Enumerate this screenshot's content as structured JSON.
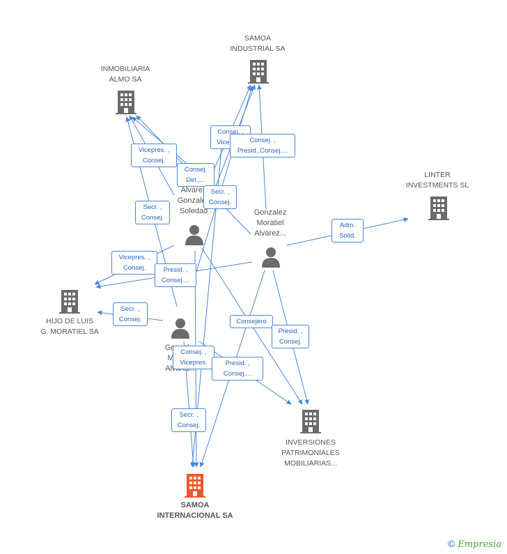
{
  "nodes": {
    "samoa_industrial": {
      "lines": [
        "SAMOA",
        "INDUSTRIAL SA"
      ]
    },
    "inmobiliaria_almo": {
      "lines": [
        "INMOBILIARIA",
        "ALMO SA"
      ]
    },
    "linter": {
      "lines": [
        "LINTER",
        "INVESTMENTS SL"
      ]
    },
    "hijo_de_luis": {
      "lines": [
        "HIJO DE LUIS",
        "G. MORATIEL SA"
      ]
    },
    "inversiones": {
      "lines": [
        "INVERSIONES",
        "PATRIMONIALES",
        "MOBILIARIAS..."
      ]
    },
    "samoa_internacional": {
      "lines": [
        "SAMOA",
        "INTERNACIONAL SA"
      ]
    },
    "person_soledad": {
      "lines": [
        "Alvarez",
        "Gonzalez",
        "Soledad"
      ]
    },
    "person_gonzalez": {
      "lines": [
        "Gonzalez",
        "Moratiel",
        "Alvarez..."
      ]
    },
    "person_gom": {
      "lines": [
        "Gonzalez",
        "Moratiel",
        "Alvarez..."
      ]
    }
  },
  "edge_labels": {
    "l1": [
      "Consej. ,",
      "Vicepres."
    ],
    "l2": [
      "Consej. ,",
      "Presid.,Consej...."
    ],
    "l3": [
      "Vicepres. ,",
      "Consej."
    ],
    "l4": [
      "Consej.",
      "Del.,..."
    ],
    "l5": [
      "Secr. ,",
      "Consej."
    ],
    "l6": [
      "Secr. ,",
      "Consej."
    ],
    "l7": [
      "Adm.",
      "Solid."
    ],
    "l8": [
      "Vicepres. ,",
      "Consej."
    ],
    "l9": [
      "Presid. ,",
      "Consej...."
    ],
    "l10": [
      "Secr. ,",
      "Consej."
    ],
    "l11": [
      "Consejero"
    ],
    "l12": [
      "Presid. ,",
      "Consej."
    ],
    "l13": [
      "Consej. ,",
      "Vicepres."
    ],
    "l14": [
      "Presid. ,",
      "Consej...."
    ],
    "l15": [
      "Secr. ,",
      "Consej."
    ]
  },
  "footer": {
    "symbol": "©",
    "brand": "Empresia"
  },
  "colors": {
    "edge": "#4a86d8",
    "icon": "#6b6b6b",
    "main_icon": "#f0562a",
    "label_text": "#2b63b6"
  }
}
